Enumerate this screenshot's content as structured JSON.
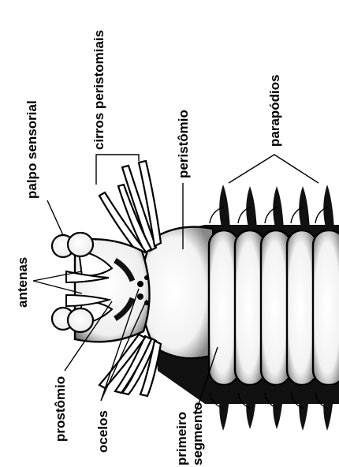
{
  "labels": {
    "palpo": "palpo sensorial",
    "cirros": "cirros peristomiais",
    "peristomio": "peristômio",
    "parapodios": "parapódios",
    "antenas": "antenas",
    "prostomio": "prostômio",
    "ocelos": "ocelos",
    "primeiro_l1": "primeiro",
    "primeiro_l2": "segmento"
  }
}
